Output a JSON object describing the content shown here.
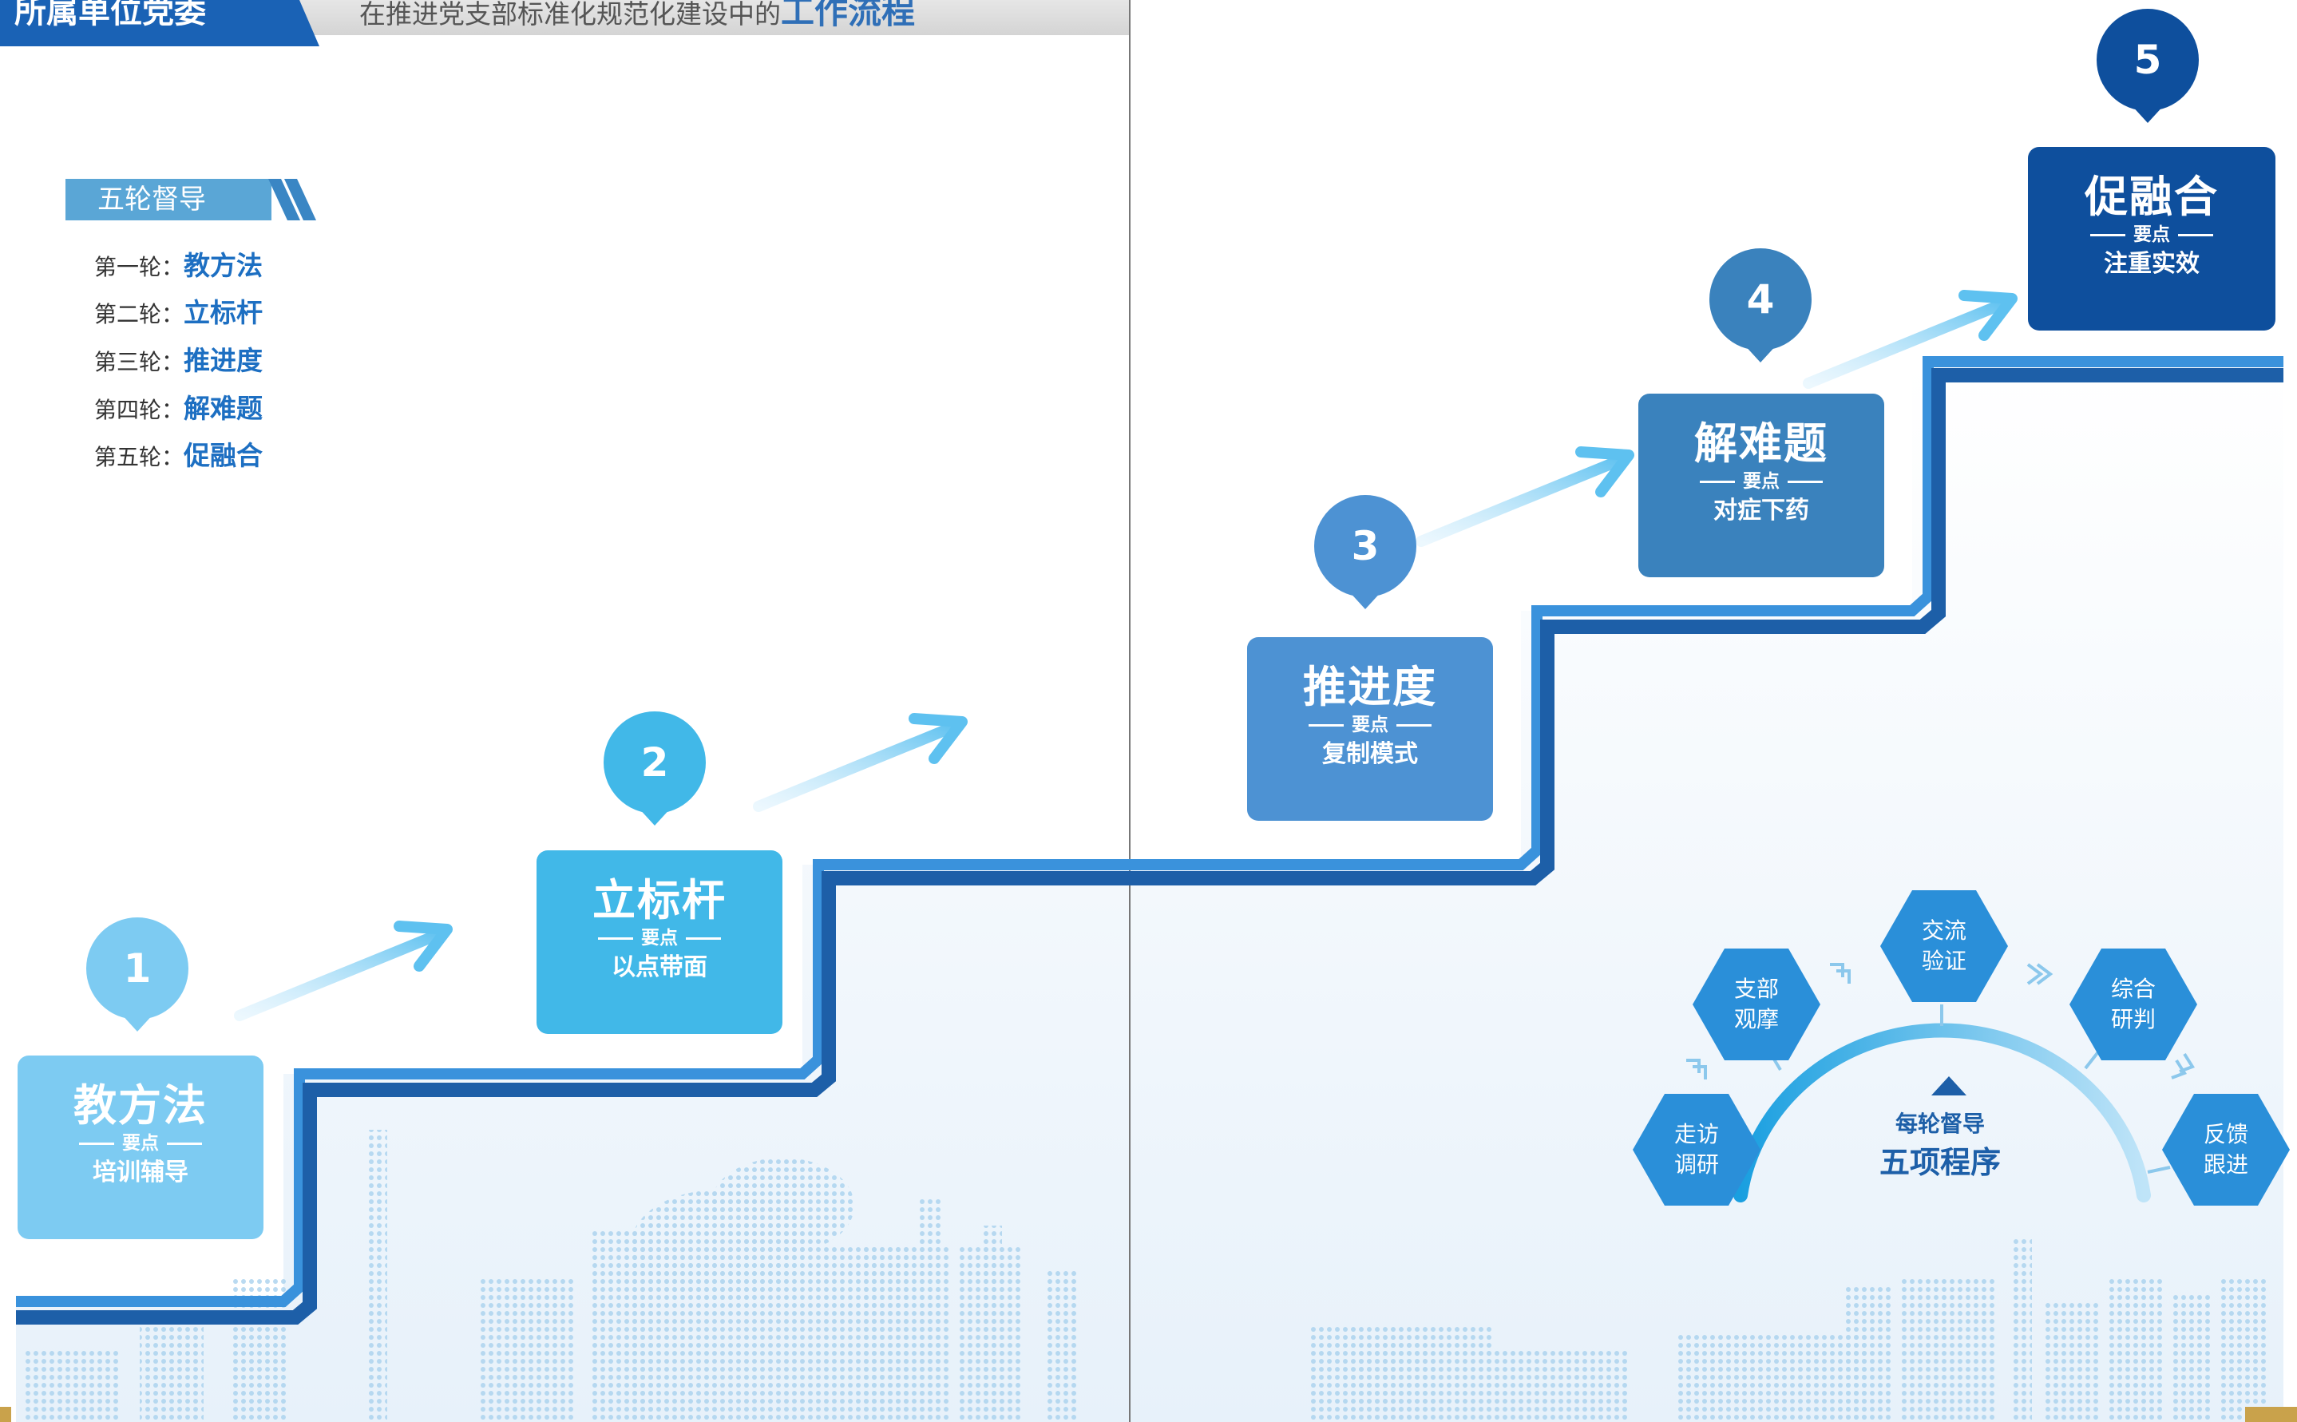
{
  "header": {
    "unit_label": "所属单位党委",
    "subtitle_prefix": "在推进党支部标准化规范化建设中的",
    "subtitle_highlight": "工作流程"
  },
  "rounds_section": {
    "title": "五轮督导",
    "items": [
      {
        "prefix": "第一轮：",
        "value": "教方法"
      },
      {
        "prefix": "第二轮：",
        "value": "立标杆"
      },
      {
        "prefix": "第三轮：",
        "value": "推进度"
      },
      {
        "prefix": "第四轮：",
        "value": "解难题"
      },
      {
        "prefix": "第五轮：",
        "value": "促融合"
      }
    ]
  },
  "steps": [
    {
      "number": "1",
      "title": "教方法",
      "key_label": "要点",
      "detail": "培训辅导",
      "color": "#7dcbf2"
    },
    {
      "number": "2",
      "title": "立标杆",
      "key_label": "要点",
      "detail": "以点带面",
      "color": "#41b8e8"
    },
    {
      "number": "3",
      "title": "推进度",
      "key_label": "要点",
      "detail": "复制模式",
      "color": "#4d92d3"
    },
    {
      "number": "4",
      "title": "解难题",
      "key_label": "要点",
      "detail": "对症下药",
      "color": "#3a82bd"
    },
    {
      "number": "5",
      "title": "促融合",
      "key_label": "要点",
      "detail": "注重实效",
      "color": "#0e4f9d"
    }
  ],
  "procedure": {
    "center_line1": "每轮督导",
    "center_line2": "五项程序",
    "items": [
      {
        "line1": "走访",
        "line2": "调研"
      },
      {
        "line1": "支部",
        "line2": "观摩"
      },
      {
        "line1": "交流",
        "line2": "验证"
      },
      {
        "line1": "综合",
        "line2": "研判"
      },
      {
        "line1": "反馈",
        "line2": "跟进"
      }
    ]
  },
  "colors": {
    "stair_dark": "#1d5fa8",
    "stair_light": "#3a92dc",
    "header_blue": "#1a62b5",
    "section_blue": "#5aa6d6"
  }
}
